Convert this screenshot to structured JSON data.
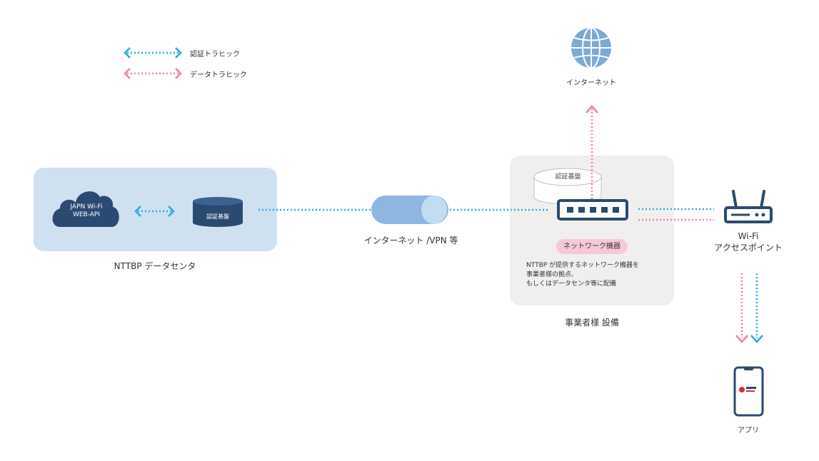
{
  "legend": {
    "auth_label": "認証トラヒック",
    "data_label": "データトラヒック"
  },
  "datacenter": {
    "title": "NTTBP データセンタ",
    "cloud_line1": "JAPN Wi-Fi",
    "cloud_line2": "WEB-API",
    "auth_db_label": "認証基盤"
  },
  "tunnel": {
    "label": "インターネット /VPN 等"
  },
  "site": {
    "title": "事業者様 設備",
    "auth_db_label": "認証基盤",
    "network_pill": "ネットワーク機器",
    "desc_line1": "NTTBP が提供するネットワーク機器を",
    "desc_line2": "事業者様の拠点、",
    "desc_line3": "もしくはデータセンタ等に配備"
  },
  "internet": {
    "label": "インターネット"
  },
  "access_point": {
    "line1": "Wi-Fi",
    "line2": "アクセスポイント"
  },
  "app": {
    "label": "アプリ"
  },
  "colors": {
    "auth": "#2aa9e0",
    "data": "#ef7fae",
    "navy": "#2b4a72",
    "tunnel": "#8fb6e0",
    "tunnel_cap": "#c2dcf2",
    "globe": "#7aaad8"
  }
}
